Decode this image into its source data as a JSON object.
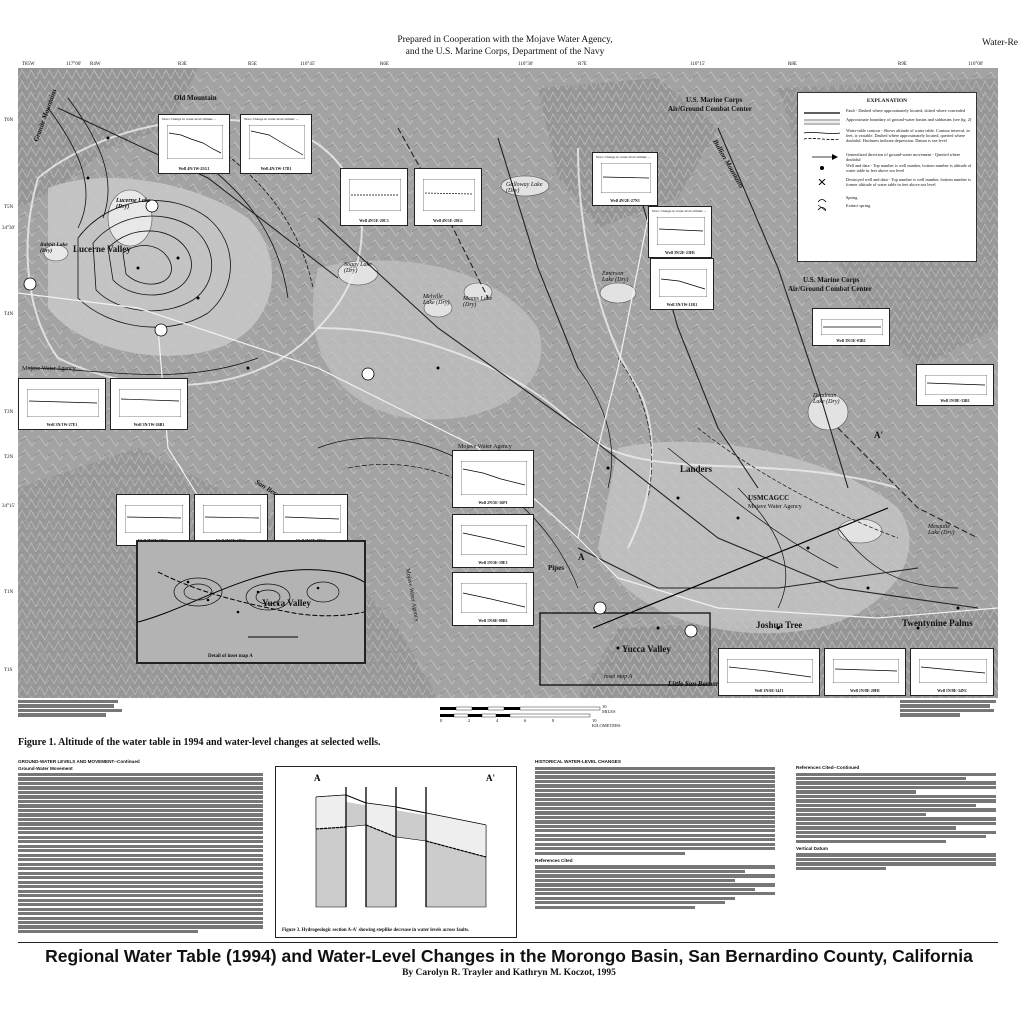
{
  "header": {
    "line1": "Prepared in Cooperation with the Mojave Water Agency,",
    "line2": "and the U.S. Marine Corps, Department of the Navy",
    "right": "Water-Re"
  },
  "top_ticks": [
    "T85W",
    "117°00'",
    "R4W",
    "R3E",
    "R5E",
    "116°45'",
    "R6E",
    "116°30'",
    "R7E",
    "116°15'",
    "R8E",
    "R9E",
    "116°00'"
  ],
  "side_ticks": [
    "T6N",
    "T5N",
    "34°30'",
    "T4N",
    "T3N",
    "T2N",
    "34°15'",
    "T1N",
    "T1S"
  ],
  "place_labels": {
    "old_mountain": "Old Mountain",
    "lucerne_valley": "Lucerne Valley",
    "lucerne_lake": "Lucerne Lake (Dry)",
    "rabbit_lake": "Rabbit Lake (Dry)",
    "usmc_top": "U.S. Marine Corps",
    "usmc_top2": "Air/Ground Combat Center",
    "usmc_mid": "U.S. Marine Corps",
    "usmc_mid2": "Air/Ground Combat Center",
    "galloway": "Galloway Lake (Dry)",
    "means_lake": "Means Lake (Dry)",
    "emerson_lake": "Emerson Lake (Dry)",
    "soggy_lake": "Soggy Lake (Dry)",
    "melville_lake": "Melville Lake (Dry)",
    "deadman_lake": "Deadman Lake (Dry)",
    "mojave_water_agency_1": "Mojave Water Agency",
    "mojave_water_agency_2": "Mojave Water Agency",
    "mojave_water_agency_3": "Mojave Water Agency",
    "mojave_water_agency_4": "Mojave Water Agency",
    "landers": "Landers",
    "usmcagcc": "USMCAGCC",
    "yucca_valley": "Yucca Valley",
    "joshua_tree": "Joshua Tree",
    "twentynine_palms": "Twentynine Palms",
    "mesquite_lake": "Mesquite Lake (Dry)",
    "pipes": "Pipes",
    "little_sbm": "Little San Bernardino Mountains",
    "bullion_mts": "Bullion Mountains",
    "sbm": "San Bernardino Mountains",
    "granite_mts": "Granite Mountains",
    "inset_map_a": "inset map A",
    "inset_yv": "Yucca Valley",
    "section_a": "A",
    "section_a2": "A'"
  },
  "hydrographs": [
    {
      "well": "Well 4N/1W-25G1",
      "note": "Note: Change in water-level altitude ..."
    },
    {
      "well": "Well 4N/1W-17D1",
      "note": "Note: Change in water-level altitude ..."
    },
    {
      "well": "Well 4N/1E-20C1",
      "note": ""
    },
    {
      "well": "Well 4N/1E-28G1",
      "note": ""
    },
    {
      "well": "Well 4N/2E-27N1",
      "note": "Note: Change in water-level altitude ..."
    },
    {
      "well": "Well 3N/2E-23H1",
      "note": "Note: Change in water-level altitude ..."
    },
    {
      "well": "Well 3N/1W-11R1",
      "note": ""
    },
    {
      "well": "Well 3N/1E-03B1",
      "note": ""
    },
    {
      "well": "Well 3N/1W-27E1",
      "note": ""
    },
    {
      "well": "Well 3N/1W-26B1",
      "note": ""
    },
    {
      "well": "Well 2N/5E-18G1",
      "note": ""
    },
    {
      "well": "Well 1N/5E-18G1",
      "note": ""
    },
    {
      "well": "Well 1N/5E-08C1",
      "note": ""
    },
    {
      "well": "Well 2N/5E-16P1",
      "note": ""
    },
    {
      "well": "Well 1N/5E-19E1",
      "note": ""
    },
    {
      "well": "Well 1N/6E-08B1",
      "note": ""
    },
    {
      "well": "Well 1N/6E-34J1",
      "note": ""
    },
    {
      "well": "Well 1N/8E-28H1",
      "note": ""
    },
    {
      "well": "Well 1N/8E-34N1",
      "note": ""
    },
    {
      "well": "Well 1N/8E-33B1",
      "note": ""
    }
  ],
  "legend": {
    "title": "EXPLANATION",
    "items": [
      "Fault - Dashed where approximately located, dotted where concealed",
      "Approximate boundary of ground-water basins and subbasins (see fig. 2)",
      "Water-table contour - Shows altitude of water table. Contour interval, in feet, is variable. Dashed where approximately located, queried where doubtful. Hachures indicate depression. Datum is sea level",
      "Generalized direction of ground-water movement - Queried where doubtful",
      "Well and data - Top number is well number, bottom number is altitude of water table in feet above sea level",
      "Destroyed well and data - Top number is well number, bottom number is former altitude of water table in feet above sea level",
      "Spring",
      "Extinct spring"
    ]
  },
  "inset_caption": "Detail of inset map A",
  "figure_caption": "Figure 1. Altitude of the water table in 1994 and water-level changes at selected wells.",
  "scale": {
    "miles": "10 MILES",
    "km": "10 KILOMETERS",
    "ticks": [
      "0",
      "2",
      "4",
      "6",
      "8"
    ]
  },
  "text_columns": {
    "col1_heading": "GROUND-WATER LEVELS AND MOVEMENT--Continued",
    "col1_sub": "Ground-Water Movement",
    "col2_heading": "HISTORICAL WATER-LEVEL CHANGES",
    "col2_sub": "References Cited",
    "col3_heading": "References Cited--Continued",
    "col3_sub": "Vertical Datum"
  },
  "section_caption": "Figure 3. Hydrogeologic section A-A' showing steplike decrease in water levels across faults.",
  "title": "Regional Water Table (1994) and Water-Level Changes in the Morongo Basin, San Bernardino County, California",
  "byline": "By Carolyn R. Trayler and Kathryn M. Koczot, 1995"
}
